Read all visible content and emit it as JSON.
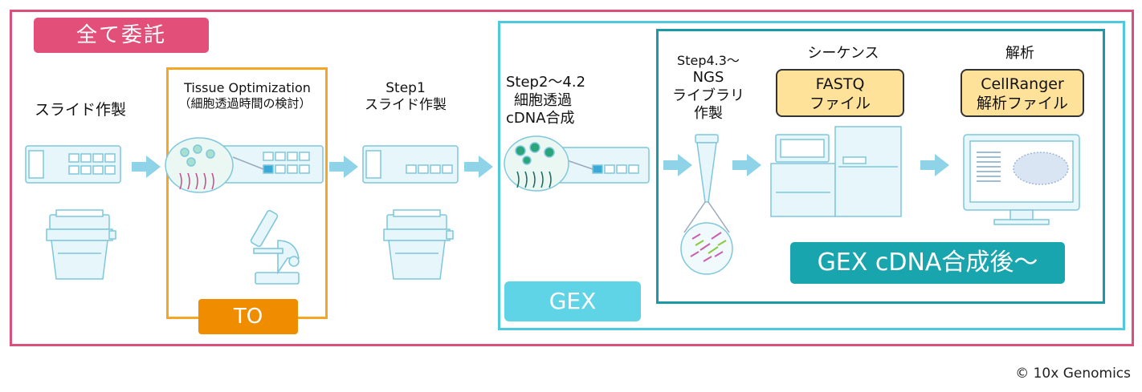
{
  "badges": {
    "all_outsource": "全て委託",
    "to": "TO",
    "gex": "GEX",
    "gex_after": "GEX cDNA合成後～"
  },
  "steps": {
    "slide_prep": "スライド作製",
    "tissue_opt_line1": "Tissue Optimization",
    "tissue_opt_line2": "（細胞透過時間の検討）",
    "step1_line1": "Step1",
    "step1_line2": "スライド作製",
    "step2_line1": "Step2～4.2",
    "step2_line2": "細胞透過",
    "step2_line3": "cDNA合成",
    "step43_line1": "Step4.3～",
    "step43_line2": "NGS",
    "step43_line3": "ライブラリ",
    "step43_line4": "作製",
    "sequence": "シーケンス",
    "analysis": "解析"
  },
  "outputs": {
    "fastq_line1": "FASTQ",
    "fastq_line2": "ファイル",
    "cellranger_line1": "CellRanger",
    "cellranger_line2": "解析ファイル"
  },
  "credit": "© 10x Genomics",
  "colors": {
    "pink": "#d9507a",
    "orange": "#f5a623",
    "cyan": "#4ec9dd",
    "teal": "#1a9aa6",
    "yellow": "#ffe29a",
    "illustration": "#7fd0e3"
  }
}
